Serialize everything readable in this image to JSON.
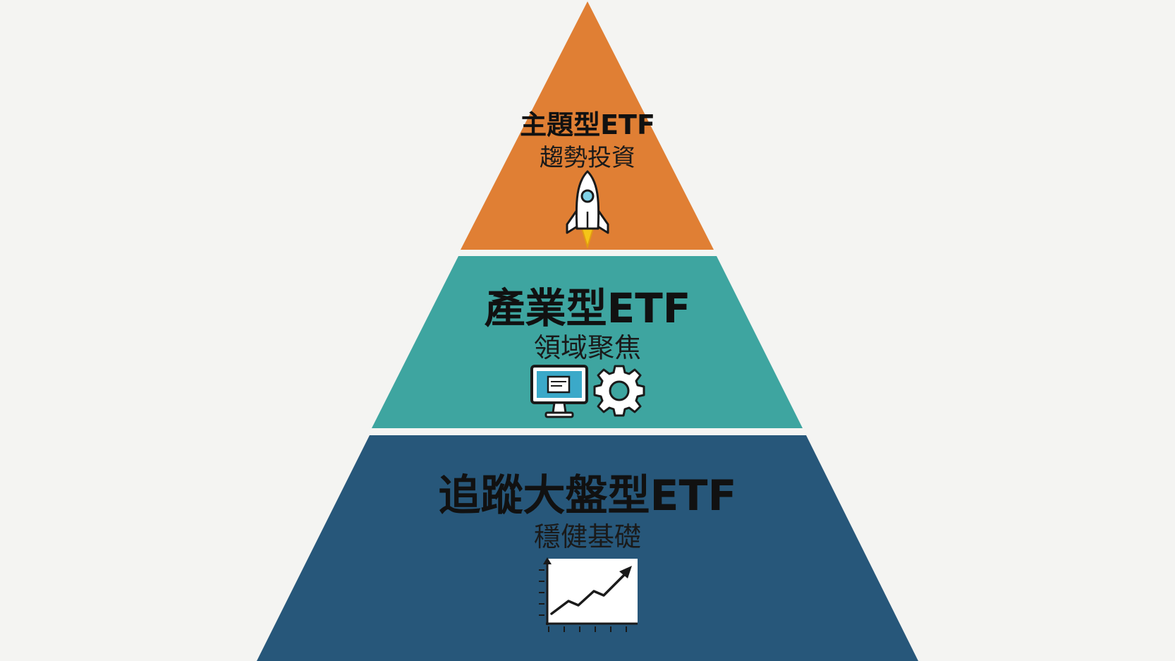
{
  "colors": {
    "background": "#f4f4f2",
    "top_tier": "#e07f34",
    "middle_tier": "#3ea5a0",
    "bottom_tier": "#27577a"
  },
  "tiers": [
    {
      "title": "主題型ETF",
      "subtitle": "趨勢投資",
      "icons": [
        "rocket-icon"
      ]
    },
    {
      "title": "產業型ETF",
      "subtitle": "領域聚焦",
      "icons": [
        "computer-monitor-icon",
        "gear-icon"
      ]
    },
    {
      "title": "追蹤大盤型ETF",
      "subtitle": "穩健基礎",
      "icons": [
        "line-chart-icon"
      ]
    }
  ]
}
